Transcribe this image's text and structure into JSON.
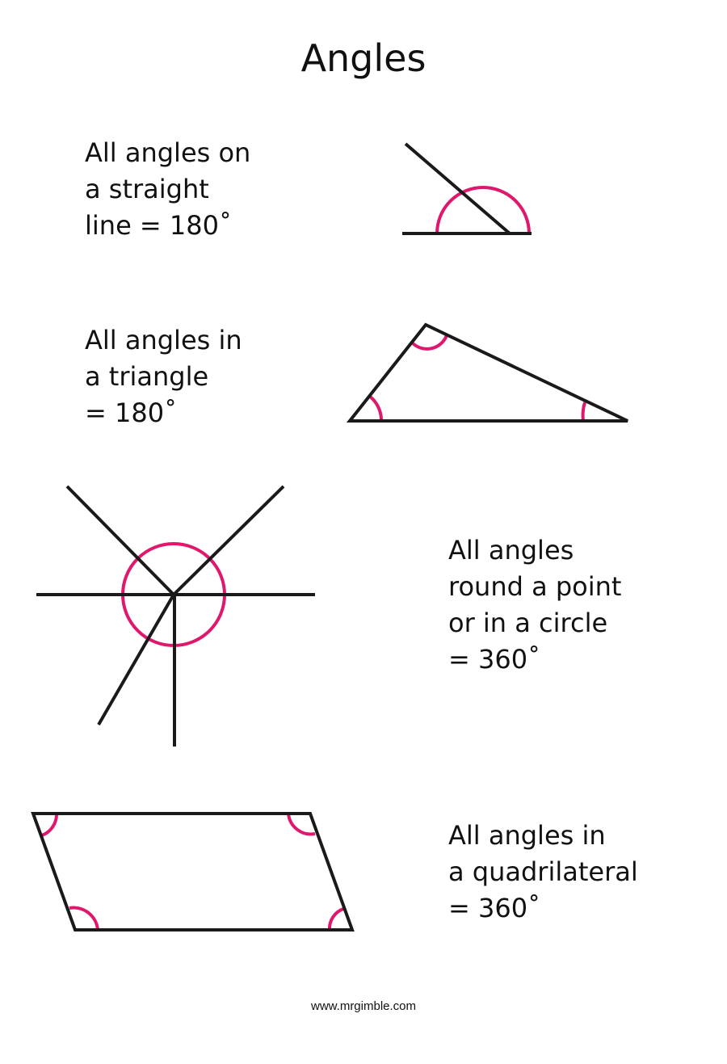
{
  "title": "Angles",
  "sections": [
    {
      "id": "straight-line",
      "lines": [
        "All angles on",
        "a straight",
        "line = 180˚"
      ]
    },
    {
      "id": "triangle",
      "lines": [
        "All angles in",
        "a triangle",
        "= 180˚"
      ]
    },
    {
      "id": "point",
      "lines": [
        "All angles",
        "round a point",
        "or in a circle",
        "= 360˚"
      ]
    },
    {
      "id": "quadrilateral",
      "lines": [
        "All angles in",
        "a quadrilateral",
        "= 360˚"
      ]
    }
  ],
  "footer": "www.mrgimble.com",
  "colors": {
    "line": "#1a1a1a",
    "arc": "#e0186c"
  }
}
